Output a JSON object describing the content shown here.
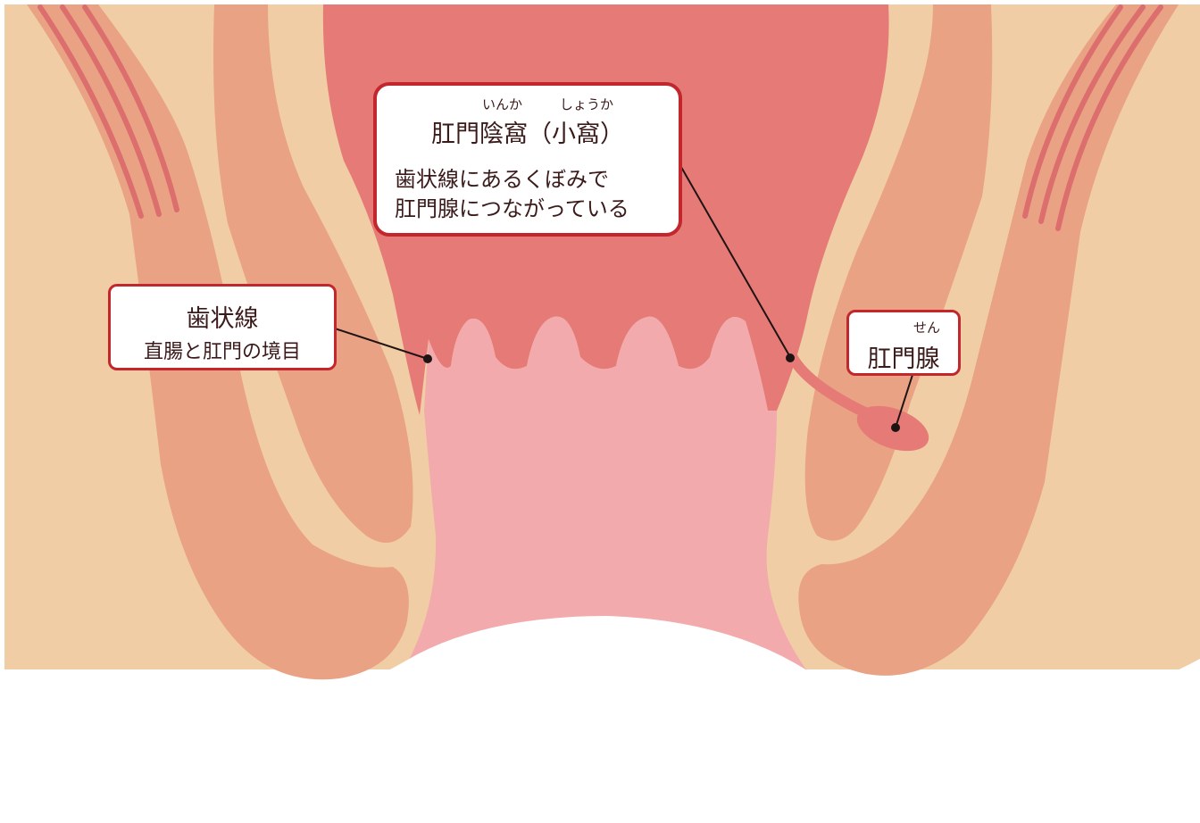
{
  "colors": {
    "skin": "#f0cda5",
    "muscle": "#e9a283",
    "rectum": "#e57a76",
    "canal": "#f2aaad",
    "border": "#c1272d",
    "text": "#3b1a1a"
  },
  "labels": {
    "crypt": {
      "ruby1": "いんか",
      "ruby2": "しょうか",
      "title": "肛門陰窩（小窩）",
      "line1": "歯状線にあるくぼみで",
      "line2": "肛門腺につながっている"
    },
    "dentate": {
      "title": "歯状線",
      "subtitle": "直腸と肛門の境目"
    },
    "gland": {
      "ruby": "せん",
      "title": "肛門腺"
    }
  }
}
